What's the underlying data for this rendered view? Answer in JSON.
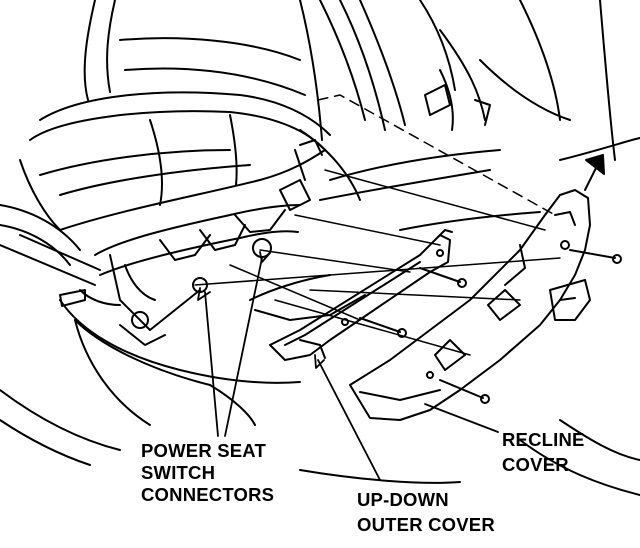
{
  "labels": {
    "power_seat_switch_connectors": [
      "POWER SEAT",
      "SWITCH",
      "CONNECTORS"
    ],
    "up_down_outer_cover": [
      "UP-DOWN",
      "OUTER COVER"
    ],
    "recline_cover": [
      "RECLINE",
      "COVER"
    ]
  },
  "colors": {
    "ink": "#000000",
    "paper": "#ffffff"
  }
}
